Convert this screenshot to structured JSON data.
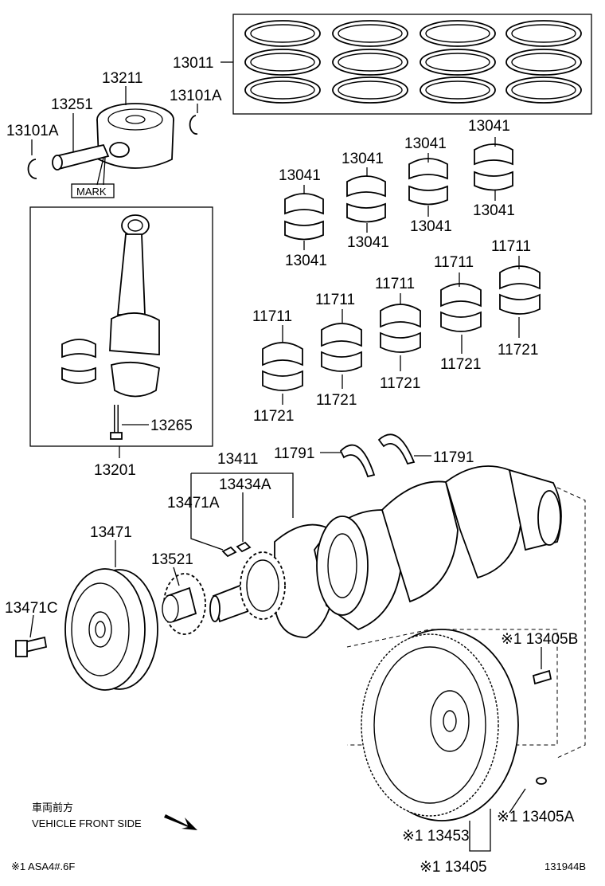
{
  "labels": {
    "p13011": "13011",
    "p13211": "13211",
    "p13251": "13251",
    "p13101a_right": "13101A",
    "p13101a_left": "13101A",
    "mark": "MARK",
    "p13041_1": "13041",
    "p13041_2": "13041",
    "p13041_3": "13041",
    "p13041_4": "13041",
    "p13041_5": "13041",
    "p13041_6": "13041",
    "p13041_7": "13041",
    "p13041_8": "13041",
    "p11711_1": "11711",
    "p11711_2": "11711",
    "p11711_3": "11711",
    "p11711_4": "11711",
    "p11711_5": "11711",
    "p11721_1": "11721",
    "p11721_2": "11721",
    "p11721_3": "11721",
    "p11721_4": "11721",
    "p11721_5": "11721",
    "p13265": "13265",
    "p13201": "13201",
    "p11791_left": "11791",
    "p11791_right": "11791",
    "p13411": "13411",
    "p13434a": "13434A",
    "p13471a": "13471A",
    "p13471": "13471",
    "p13521": "13521",
    "p13471c": "13471C",
    "p13405b": "※1 13405B",
    "p13405a": "※1 13405A",
    "p13453": "※1 13453",
    "p13405": "※1 13405"
  },
  "footer": {
    "direction_jp": "車両前方",
    "direction_en": "VEHICLE FRONT SIDE",
    "note": "※1 ASA4#.6F",
    "diagram_id": "131944B"
  }
}
